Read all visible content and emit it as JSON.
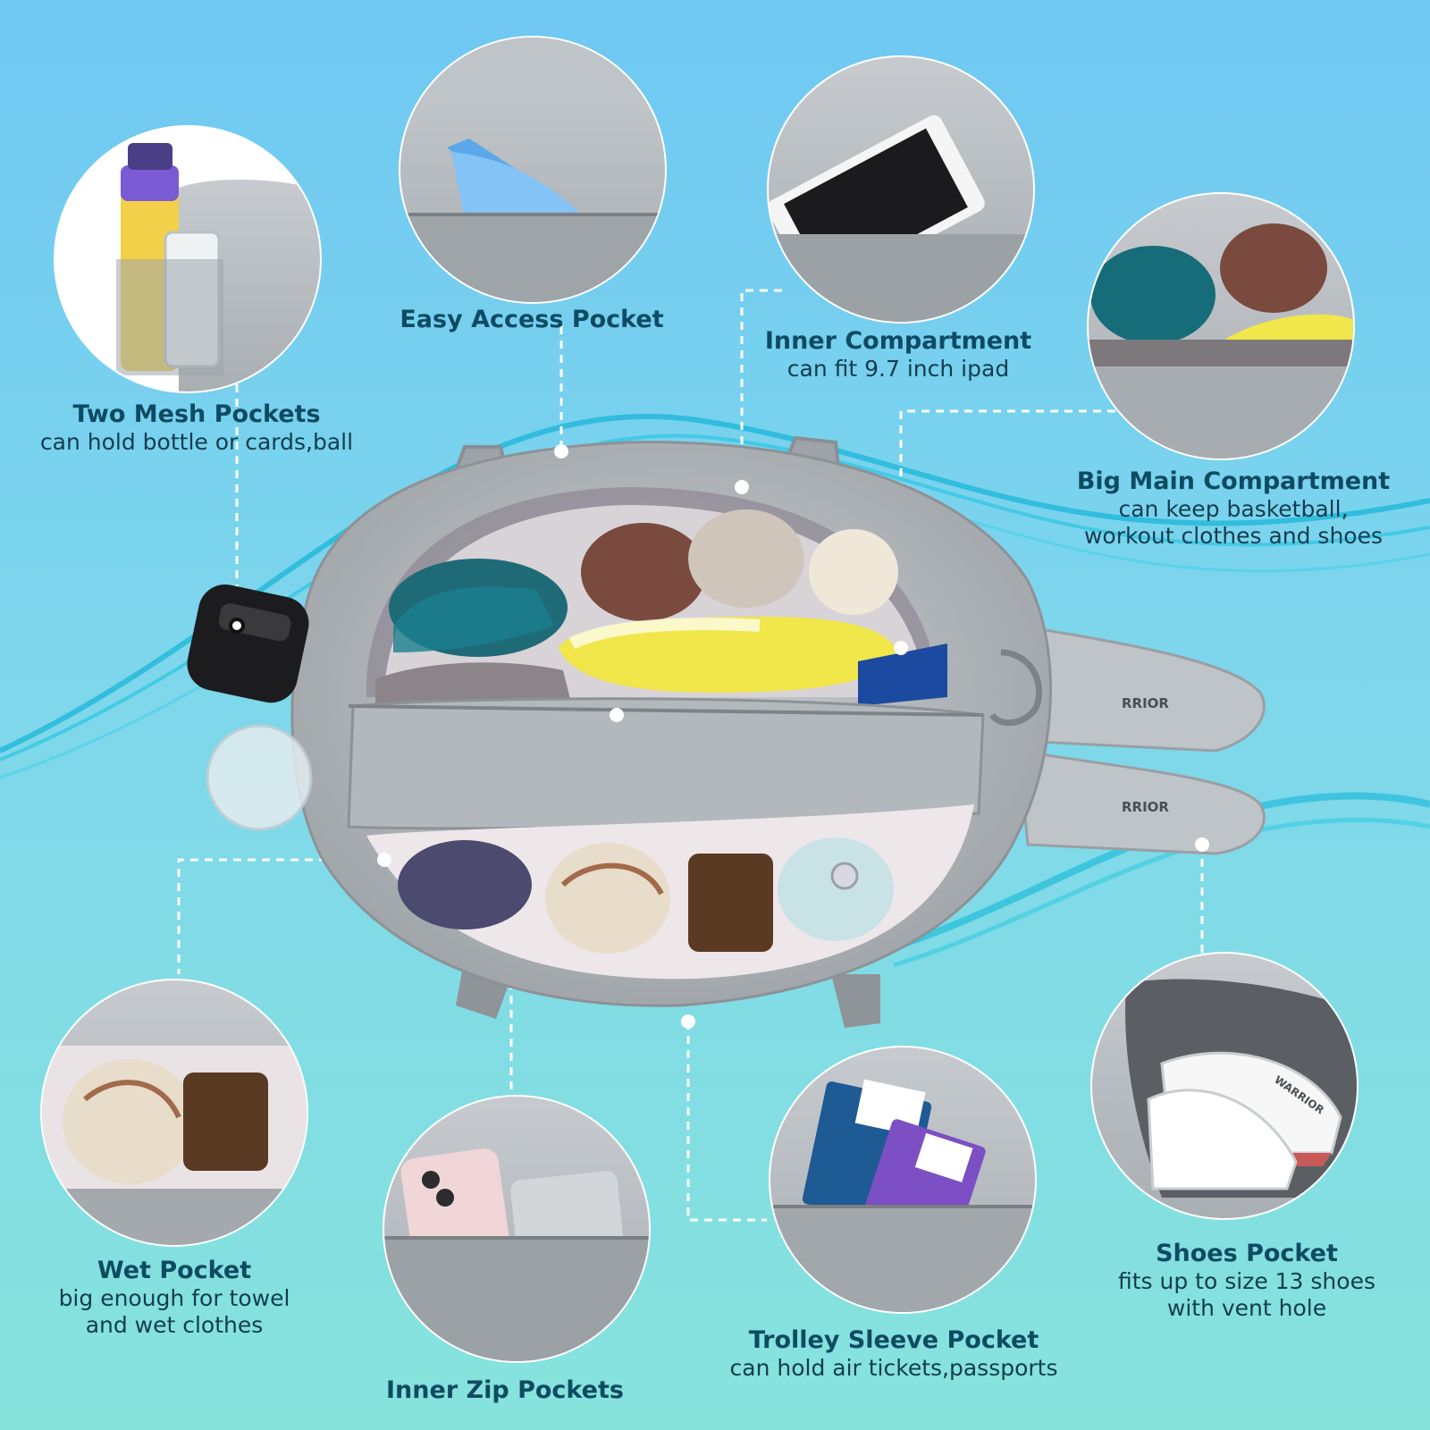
{
  "colors": {
    "background_top": "#6fc8f2",
    "background_bottom": "#86e3dc",
    "bag_gray": "#b7bcc0",
    "title_text": "#0e4b62",
    "sub_text": "#123d4f",
    "leader_line": "#ffffff"
  },
  "features": [
    {
      "id": "mesh",
      "title": "Two Mesh Pockets",
      "subtitle": "can hold bottle or cards,ball"
    },
    {
      "id": "easy",
      "title": "Easy Access Pocket",
      "subtitle": ""
    },
    {
      "id": "inner",
      "title": "Inner Compartment",
      "subtitle": "can fit 9.7 inch ipad"
    },
    {
      "id": "main",
      "title": "Big Main Compartment",
      "subtitle": "can keep basketball,\nworkout clothes and shoes"
    },
    {
      "id": "wet",
      "title": "Wet Pocket",
      "subtitle": "big enough for towel\nand wet clothes"
    },
    {
      "id": "zip",
      "title": "Inner Zip Pockets",
      "subtitle": ""
    },
    {
      "id": "trolley",
      "title": "Trolley Sleeve Pocket",
      "subtitle": "can hold air tickets,passports"
    },
    {
      "id": "shoes",
      "title": "Shoes Pocket",
      "subtitle": "fits up to size 13 shoes\nwith vent hole"
    }
  ],
  "shoe_brand": "RRIOR",
  "shoe_brand_detail": "WARRIOR"
}
